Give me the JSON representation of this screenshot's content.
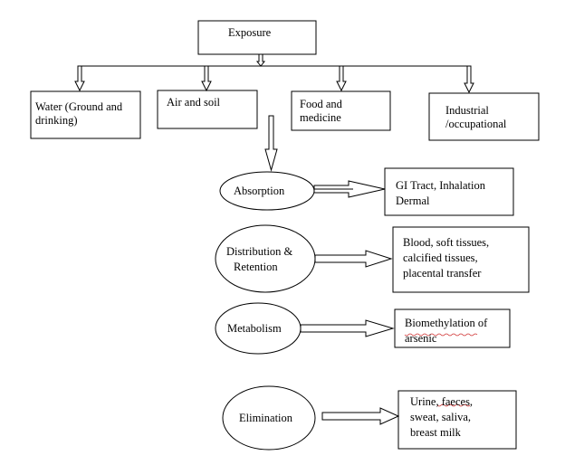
{
  "exposure": {
    "label": "Exposure"
  },
  "sources": [
    {
      "lines": [
        "Water (Ground and",
        "drinking)"
      ]
    },
    {
      "lines": [
        "Air and soil"
      ]
    },
    {
      "lines": [
        "Food and",
        "medicine"
      ]
    },
    {
      "lines": [
        "Industrial",
        "/occupational"
      ]
    }
  ],
  "stages": [
    {
      "stage": [
        "Absorption"
      ],
      "details": [
        "GI Tract, Inhalation",
        "Dermal"
      ]
    },
    {
      "stage": [
        "Distribution &",
        "Retention"
      ],
      "details": [
        "Blood, soft tissues,",
        "calcified tissues,",
        "placental transfer"
      ]
    },
    {
      "stage": [
        "Metabolism"
      ],
      "details": [
        "Biomethylation of",
        "arsenic"
      ]
    },
    {
      "stage": [
        "Elimination"
      ],
      "details": [
        "Urine, faeces,",
        "sweat, saliva,",
        "breast milk"
      ]
    }
  ]
}
